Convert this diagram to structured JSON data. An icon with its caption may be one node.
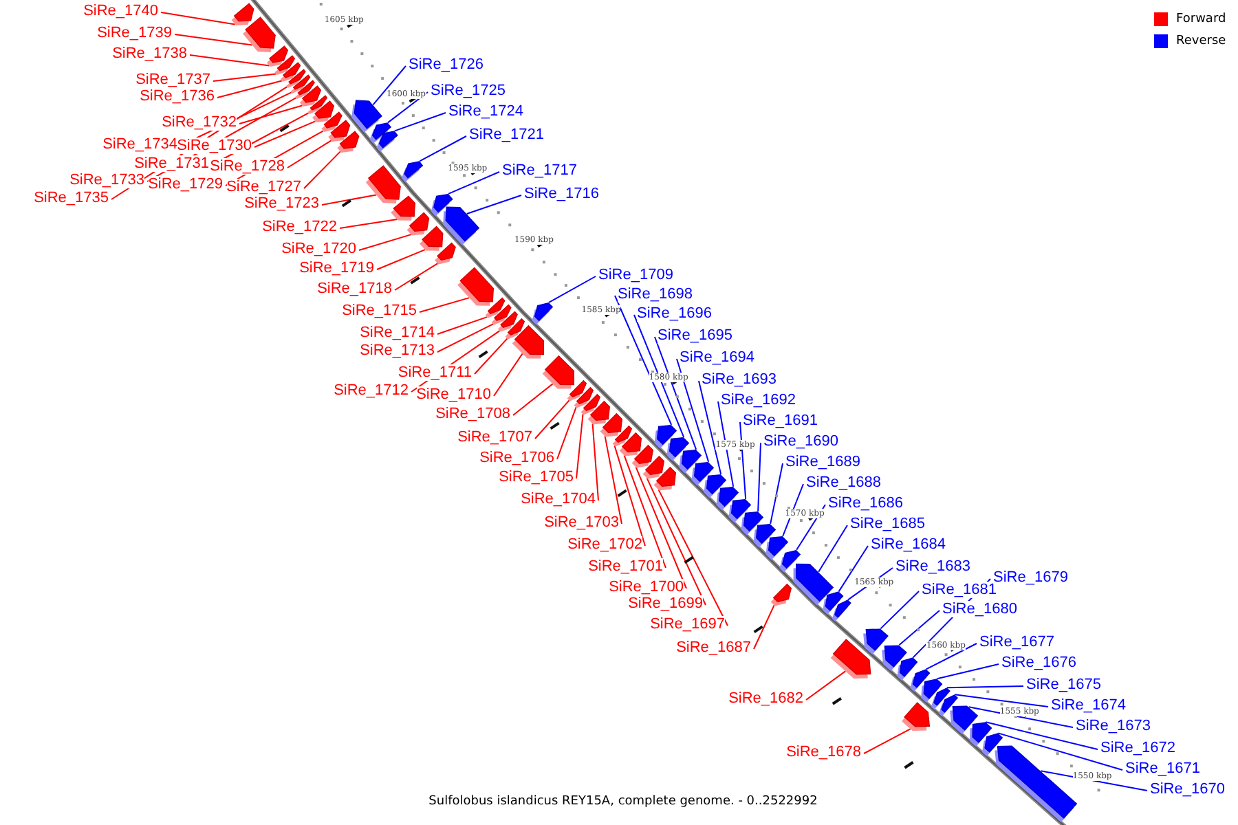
{
  "diagram": {
    "caption": "Sulfolobus islandicus REY15A, complete genome. - 0..2522992",
    "nodes": [
      {
        "text": [
          "SiRe_1740"
        ]
      },
      {
        "text": [
          "SiRe_1739"
        ]
      },
      {
        "text": [
          "SiRe_1738"
        ]
      },
      {
        "text": [
          "SiRe_1726"
        ]
      },
      {
        "text": [
          "SiRe_1737"
        ]
      },
      {
        "text": [
          "SiRe_1725"
        ]
      },
      {
        "text": [
          "SiRe_1736"
        ]
      },
      {
        "text": [
          "SiRe_1724"
        ]
      },
      {
        "text": [
          "SiRe_1732"
        ]
      },
      {
        "text": [
          "SiRe_1721"
        ]
      },
      {
        "text": [
          "SiRe_1734"
        ]
      },
      {
        "text": [
          "SiRe_1730"
        ]
      },
      {
        "text": [
          "SiRe_1731"
        ]
      },
      {
        "text": [
          "SiRe_1728"
        ]
      },
      {
        "text": [
          "SiRe_1717"
        ]
      },
      {
        "text": [
          "SiRe_1733"
        ]
      },
      {
        "text": [
          "SiRe_1729"
        ]
      },
      {
        "text": [
          "SiRe_1727"
        ]
      },
      {
        "text": [
          "SiRe_1716"
        ]
      },
      {
        "text": [
          "SiRe_1735"
        ]
      },
      {
        "text": [
          "SiRe_1723"
        ]
      },
      {
        "text": [
          "SiRe_1722"
        ]
      },
      {
        "text": [
          "SiRe_1720"
        ]
      },
      {
        "text": [
          "SiRe_1719"
        ]
      },
      {
        "text": [
          "SiRe_1709"
        ]
      },
      {
        "text": [
          "SiRe_1718"
        ]
      },
      {
        "text": [
          "SiRe_1698"
        ]
      },
      {
        "text": [
          "SiRe_1715"
        ]
      },
      {
        "text": [
          "SiRe_1696"
        ]
      },
      {
        "text": [
          "SiRe_1714"
        ]
      },
      {
        "text": [
          "SiRe_1695"
        ]
      },
      {
        "text": [
          "SiRe_1713"
        ]
      },
      {
        "text": [
          "SiRe_1694"
        ]
      },
      {
        "text": [
          "SiRe_1711"
        ]
      },
      {
        "text": [
          "SiRe_1693"
        ]
      },
      {
        "text": [
          "SiRe_1712"
        ]
      },
      {
        "text": [
          "SiRe_1710"
        ]
      },
      {
        "text": [
          "SiRe_1692"
        ]
      },
      {
        "text": [
          "SiRe_1708"
        ]
      },
      {
        "text": [
          "SiRe_1691"
        ]
      },
      {
        "text": [
          "SiRe_1707"
        ]
      },
      {
        "text": [
          "SiRe_1690"
        ]
      },
      {
        "text": [
          "SiRe_1706"
        ]
      },
      {
        "text": [
          "SiRe_1689"
        ]
      },
      {
        "text": [
          "SiRe_1705"
        ]
      },
      {
        "text": [
          "SiRe_1688"
        ]
      },
      {
        "text": [
          "SiRe_1704"
        ]
      },
      {
        "text": [
          "SiRe_1686"
        ]
      },
      {
        "text": [
          "SiRe_1703"
        ]
      },
      {
        "text": [
          "SiRe_1685"
        ]
      },
      {
        "text": [
          "SiRe_1702"
        ]
      },
      {
        "text": [
          "SiRe_1684"
        ]
      },
      {
        "text": [
          "SiRe_1701"
        ]
      },
      {
        "text": [
          "SiRe_1683"
        ]
      },
      {
        "text": [
          "SiRe_1679"
        ]
      },
      {
        "text": [
          "SiRe_1700"
        ]
      },
      {
        "text": [
          "SiRe_1681"
        ]
      },
      {
        "text": [
          "SiRe_1699"
        ]
      },
      {
        "text": [
          "SiRe_1680"
        ]
      },
      {
        "text": [
          "SiRe_1697"
        ]
      },
      {
        "text": [
          "SiRe_1677"
        ]
      },
      {
        "text": [
          "SiRe_1687"
        ]
      },
      {
        "text": [
          "SiRe_1676"
        ]
      },
      {
        "text": [
          "SiRe_1675"
        ]
      },
      {
        "text": [
          "SiRe_1682"
        ]
      },
      {
        "text": [
          "SiRe_1674"
        ]
      },
      {
        "text": [
          "SiRe_1673"
        ]
      },
      {
        "text": [
          "SiRe_1672"
        ]
      },
      {
        "text": [
          "SiRe_1678"
        ]
      },
      {
        "text": [
          "SiRe_1671"
        ]
      },
      {
        "text": [
          "SiRe_1670"
        ]
      },
      {
        "text": [],
        "shape": "box"
      },
      {
        "text": [],
        "shape": "box"
      },
      {
        "text": [],
        "shape": "box"
      },
      {
        "text": [],
        "shape": "box"
      },
      {
        "text": [],
        "shape": "box"
      },
      {
        "text": [],
        "shape": "box"
      },
      {
        "text": [],
        "shape": "box"
      },
      {
        "text": [],
        "shape": "box"
      },
      {
        "text": [],
        "shape": "box"
      },
      {
        "text": [],
        "shape": "box"
      },
      {
        "text": [],
        "shape": "box"
      },
      {
        "text": [],
        "shape": "box"
      },
      {
        "text": [],
        "shape": "box"
      },
      {
        "text": [],
        "shape": "box"
      },
      {
        "text": [],
        "shape": "box"
      },
      {
        "text": [],
        "shape": "box"
      },
      {
        "text": [],
        "shape": "box"
      },
      {
        "text": [],
        "shape": "box"
      },
      {
        "text": [],
        "shape": "box"
      },
      {
        "text": [],
        "shape": "box"
      },
      {
        "text": [],
        "shape": "box"
      },
      {
        "text": [],
        "shape": "box"
      },
      {
        "text": [],
        "shape": "box"
      },
      {
        "text": [],
        "shape": "box"
      },
      {
        "text": [],
        "shape": "box"
      },
      {
        "text": [],
        "shape": "box"
      },
      {
        "text": [],
        "shape": "box"
      },
      {
        "text": [],
        "shape": "box"
      },
      {
        "text": [],
        "shape": "box"
      },
      {
        "text": [],
        "shape": "box"
      },
      {
        "text": [],
        "shape": "box"
      },
      {
        "text": [],
        "shape": "box"
      },
      {
        "text": [],
        "shape": "box"
      },
      {
        "text": [],
        "shape": "box"
      },
      {
        "text": [],
        "shape": "box"
      },
      {
        "text": [],
        "shape": "box"
      },
      {
        "text": [],
        "shape": "box"
      },
      {
        "text": [],
        "shape": "box"
      },
      {
        "text": [],
        "shape": "box"
      },
      {
        "text": [],
        "shape": "box"
      },
      {
        "text": [],
        "shape": "box"
      },
      {
        "text": [],
        "shape": "box"
      },
      {
        "text": [],
        "shape": "box"
      },
      {
        "text": [],
        "shape": "box"
      },
      {
        "text": [],
        "shape": "box"
      },
      {
        "text": [],
        "shape": "box"
      },
      {
        "text": [],
        "shape": "box"
      },
      {
        "text": [],
        "shape": "box"
      },
      {
        "text": [],
        "shape": "box"
      },
      {
        "text": [],
        "shape": "box"
      },
      {
        "text": [],
        "shape": "box"
      },
      {
        "text": [],
        "shape": "box"
      },
      {
        "text": [],
        "shape": "box"
      },
      {
        "text": [],
        "shape": "box"
      },
      {
        "text": [],
        "shape": "box"
      },
      {
        "text": [],
        "shape": "box"
      },
      {
        "text": [],
        "shape": "box"
      },
      {
        "text": [],
        "shape": "box"
      },
      {
        "text": [],
        "shape": "box"
      },
      {
        "text": [],
        "shape": "box"
      },
      {
        "text": [],
        "shape": "box"
      },
      {
        "text": [],
        "shape": "box"
      },
      {
        "text": [],
        "shape": "box"
      },
      {
        "text": [],
        "shape": "box"
      },
      {
        "text": [],
        "shape": "box"
      },
      {
        "text": [],
        "shape": "box"
      },
      {
        "text": [],
        "shape": "box"
      },
      {
        "text": [],
        "shape": "box"
      },
      {
        "text": [],
        "shape": "box"
      },
      {
        "text": [],
        "shape": "box"
      },
      {
        "text": [],
        "shape": "box"
      }
    ],
    "edges": [
      {
        "from": 0,
        "to": 71,
        "arrow": "none"
      },
      {
        "from": 1,
        "to": 72,
        "arrow": "none"
      },
      {
        "from": 2,
        "to": 73,
        "arrow": "none"
      },
      {
        "from": 3,
        "to": 74,
        "arrow": "none",
        "color": "#0000ff"
      },
      {
        "from": 4,
        "to": 75,
        "arrow": "none"
      },
      {
        "from": 5,
        "to": 76,
        "arrow": "none",
        "color": "#0000ff"
      },
      {
        "from": 6,
        "to": 77,
        "arrow": "none"
      },
      {
        "from": 7,
        "to": 78,
        "arrow": "none",
        "color": "#0000ff"
      },
      {
        "from": 8,
        "to": 79,
        "arrow": "none"
      },
      {
        "from": 9,
        "to": 80,
        "arrow": "none",
        "color": "#0000ff"
      },
      {
        "from": 10,
        "to": 81,
        "arrow": "none"
      },
      {
        "from": 11,
        "to": 82,
        "arrow": "none"
      },
      {
        "from": 12,
        "to": 83,
        "arrow": "none"
      },
      {
        "from": 13,
        "to": 84,
        "arrow": "none"
      },
      {
        "from": 14,
        "to": 85,
        "arrow": "none",
        "color": "#0000ff"
      },
      {
        "from": 15,
        "to": 86,
        "arrow": "none"
      },
      {
        "from": 16,
        "to": 87,
        "arrow": "none"
      },
      {
        "from": 17,
        "to": 88,
        "arrow": "none"
      },
      {
        "from": 18,
        "to": 89,
        "arrow": "none",
        "color": "#0000ff"
      },
      {
        "from": 19,
        "to": 90,
        "arrow": "none"
      },
      {
        "from": 20,
        "to": 91,
        "arrow": "none"
      },
      {
        "from": 21,
        "to": 92,
        "arrow": "none"
      },
      {
        "from": 22,
        "to": 93,
        "arrow": "none"
      },
      {
        "from": 23,
        "to": 94,
        "arrow": "none"
      },
      {
        "from": 24,
        "to": 95,
        "arrow": "none",
        "color": "#0000ff"
      },
      {
        "from": 25,
        "to": 96,
        "arrow": "none"
      },
      {
        "from": 26,
        "to": 97,
        "arrow": "none",
        "color": "#0000ff"
      },
      {
        "from": 27,
        "to": 98,
        "arrow": "none"
      },
      {
        "from": 28,
        "to": 99,
        "arrow": "none",
        "color": "#0000ff"
      },
      {
        "from": 29,
        "to": 100,
        "arrow": "none"
      },
      {
        "from": 30,
        "to": 101,
        "arrow": "none",
        "color": "#0000ff"
      },
      {
        "from": 31,
        "to": 102,
        "arrow": "none"
      },
      {
        "from": 32,
        "to": 103,
        "arrow": "none",
        "color": "#0000ff"
      },
      {
        "from": 33,
        "to": 104,
        "arrow": "none"
      },
      {
        "from": 34,
        "to": 105,
        "arrow": "none",
        "color": "#0000ff"
      },
      {
        "from": 35,
        "to": 106,
        "arrow": "none"
      },
      {
        "from": 36,
        "to": 107,
        "arrow": "none"
      },
      {
        "from": 37,
        "to": 108,
        "arrow": "none",
        "color": "#0000ff"
      },
      {
        "from": 38,
        "to": 109,
        "arrow": "none"
      },
      {
        "from": 39,
        "to": 110,
        "arrow": "none",
        "color": "#0000ff"
      },
      {
        "from": 40,
        "to": 111,
        "arrow": "none"
      },
      {
        "from": 41,
        "to": 112,
        "arrow": "none",
        "color": "#0000ff"
      },
      {
        "from": 42,
        "to": 113,
        "arrow": "none"
      },
      {
        "from": 43,
        "to": 114,
        "arrow": "none",
        "color": "#0000ff"
      },
      {
        "from": 44,
        "to": 115,
        "arrow": "none"
      },
      {
        "from": 45,
        "to": 116,
        "arrow": "none",
        "color": "#0000ff"
      },
      {
        "from": 46,
        "to": 117,
        "arrow": "none"
      },
      {
        "from": 47,
        "to": 118,
        "arrow": "none",
        "color": "#0000ff"
      },
      {
        "from": 48,
        "to": 119,
        "arrow": "none"
      },
      {
        "from": 49,
        "to": 120,
        "arrow": "none",
        "color": "#0000ff"
      },
      {
        "from": 50,
        "to": 121,
        "arrow": "none"
      },
      {
        "from": 51,
        "to": 122,
        "arrow": "none",
        "color": "#0000ff"
      },
      {
        "from": 52,
        "to": 123,
        "arrow": "none"
      },
      {
        "from": 53,
        "to": 124,
        "arrow": "none",
        "color": "#0000ff"
      },
      {
        "from": 54,
        "to": 125,
        "arrow": "none",
        "color": "#0000ff"
      },
      {
        "from": 55,
        "to": 126,
        "arrow": "none"
      },
      {
        "from": 56,
        "to": 127,
        "arrow": "none",
        "color": "#0000ff"
      },
      {
        "from": 57,
        "to": 128,
        "arrow": "none"
      },
      {
        "from": 58,
        "to": 129,
        "arrow": "none",
        "color": "#0000ff"
      },
      {
        "from": 59,
        "to": 130,
        "arrow": "none"
      },
      {
        "from": 60,
        "to": 131,
        "arrow": "none",
        "color": "#0000ff"
      },
      {
        "from": 61,
        "to": 132,
        "arrow": "none"
      },
      {
        "from": 62,
        "to": 133,
        "arrow": "none",
        "color": "#0000ff"
      },
      {
        "from": 63,
        "to": 134,
        "arrow": "none",
        "color": "#0000ff"
      },
      {
        "from": 64,
        "to": 135,
        "arrow": "none"
      },
      {
        "from": 65,
        "to": 136,
        "arrow": "none",
        "color": "#0000ff"
      },
      {
        "from": 66,
        "to": 137,
        "arrow": "none",
        "color": "#0000ff"
      },
      {
        "from": 67,
        "to": 138,
        "arrow": "none",
        "color": "#0000ff"
      },
      {
        "from": 68,
        "to": 139,
        "arrow": "none"
      },
      {
        "from": 69,
        "to": 140,
        "arrow": "none",
        "color": "#0000ff"
      },
      {
        "from": 70,
        "to": 141,
        "arrow": "none",
        "color": "#0000ff"
      }
    ],
    "labels": [
      "1605 kbp",
      "1600 kbp",
      "1595 kbp",
      "1590 kbp",
      "1585 kbp",
      "1580 kbp",
      "1575 kbp",
      "1570 kbp",
      "1565 kbp",
      "1560 kbp",
      "1555 kbp",
      "1550 kbp"
    ],
    "legend": [
      {
        "text": "Forward",
        "color": "#ff0000"
      },
      {
        "text": "Reverse",
        "color": "#0000ff"
      }
    ]
  }
}
